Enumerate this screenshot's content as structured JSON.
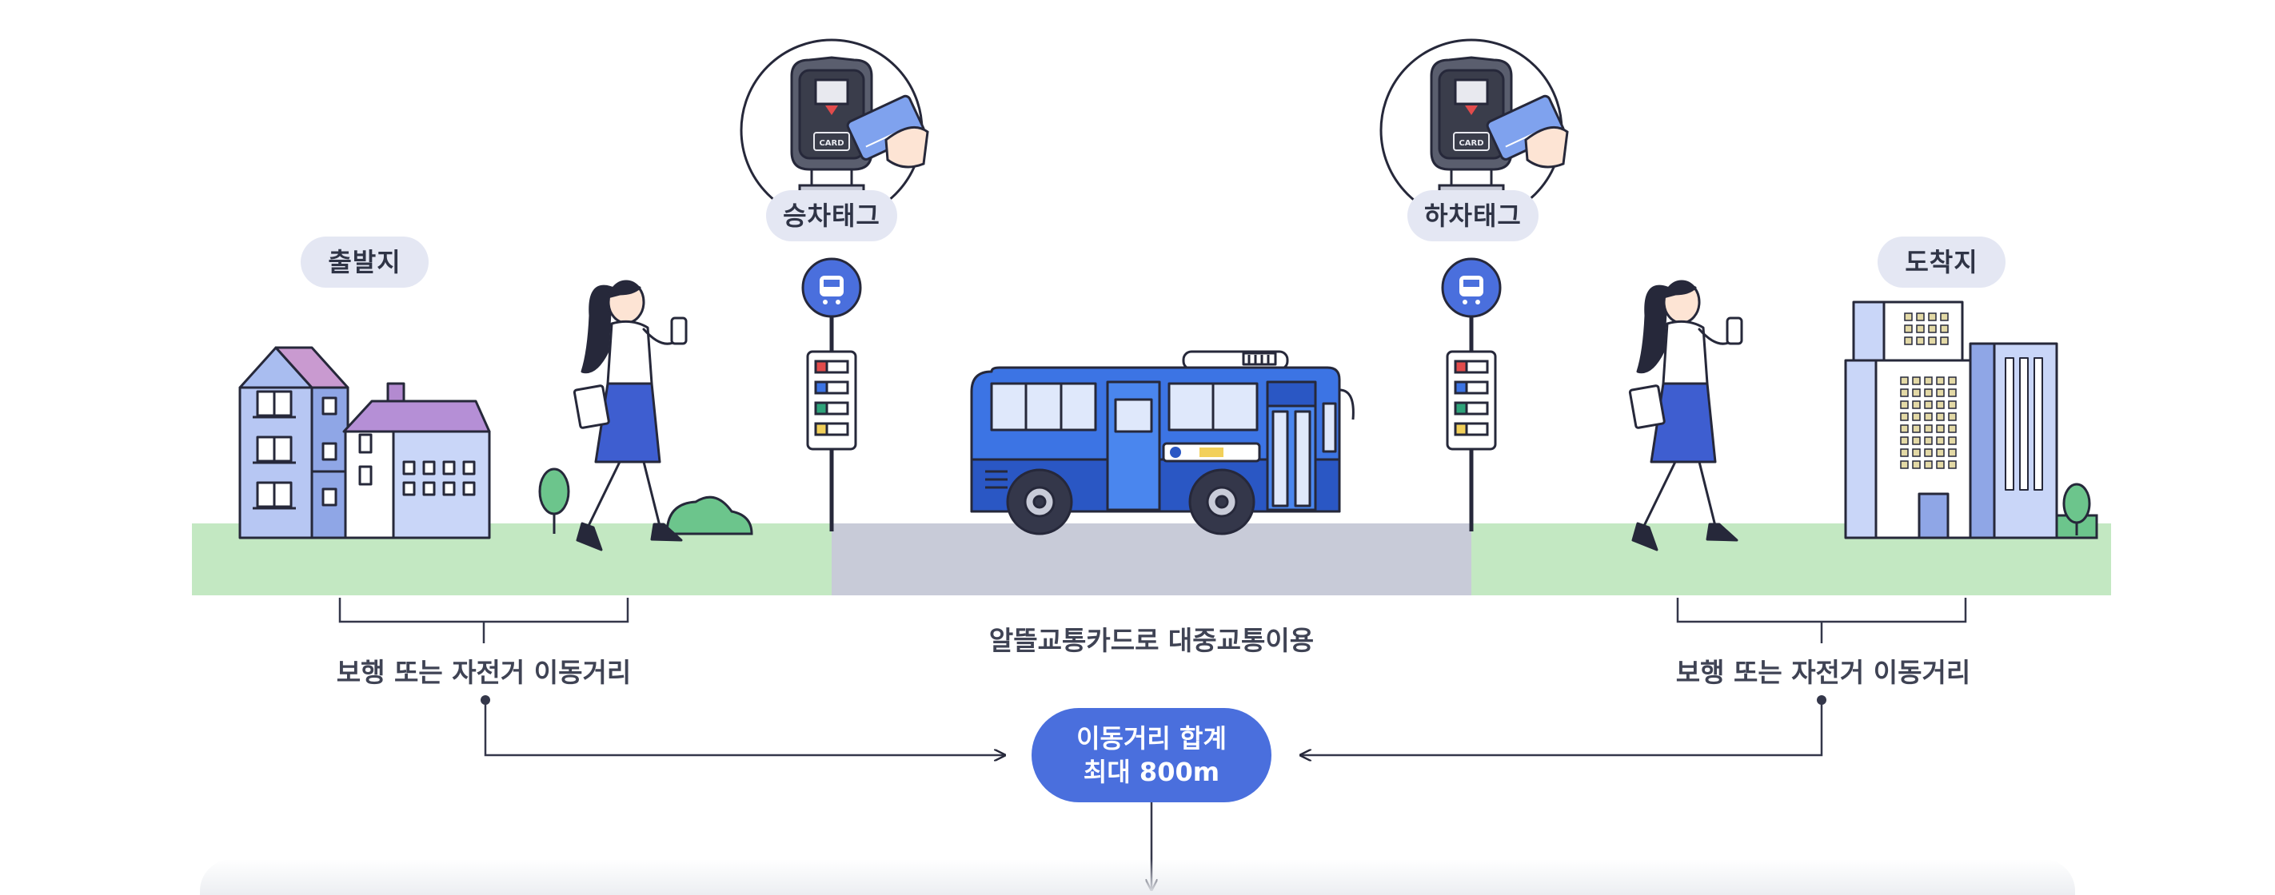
{
  "labels": {
    "origin": "출발지",
    "destination": "도착지",
    "board_tag": "승차태그",
    "alight_tag": "하차태그",
    "walk_left": "보행 또는 자전거 이동거리",
    "walk_right": "보행 또는 자전거 이동거리",
    "transit": "알뜰교통카드로 대중교통이용",
    "total_line1": "이동거리 합계",
    "total_line2": "최대 800m",
    "card_text": "CARD"
  },
  "colors": {
    "grass": "#c3e8c2",
    "road": "#c8cbd8",
    "bus_blue": "#3c74e4",
    "bus_dark": "#2a57c4",
    "accent": "#4a6fdd",
    "outline": "#26283a",
    "pill_bg": "#e4e7f3"
  },
  "icons": [
    "house-icon",
    "office-building-icon",
    "tree-icon",
    "bush-icon",
    "walking-woman-icon",
    "bus-icon",
    "bus-stop-sign-icon",
    "card-reader-icon",
    "transit-card-icon",
    "arrow-right-icon",
    "arrow-left-icon",
    "arrow-down-icon"
  ]
}
